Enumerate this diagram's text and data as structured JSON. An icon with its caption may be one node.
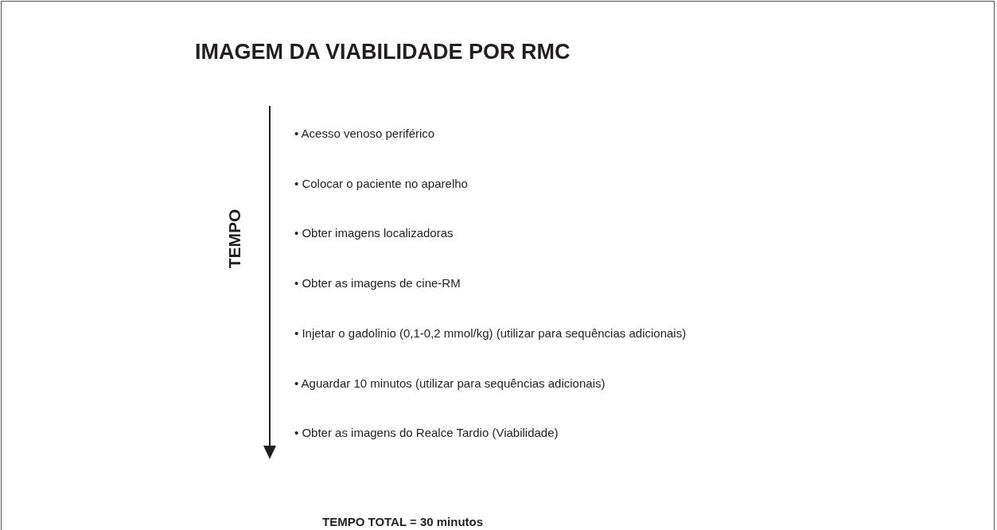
{
  "diagram": {
    "title": "IMAGEM DA VIABILIDADE POR RMC",
    "labels": [
      "TEMPO",
      "• Acesso venoso periférico",
      "• Colocar o paciente no aparelho",
      "• Obter imagens localizadoras",
      "• Obter as imagens de cine-RM",
      "• Injetar o gadolinio (0,1-0,2 mmol/kg) (utilizar para sequências adicionais)",
      "• Aguardar 10 minutos (utilizar para sequências adicionais)",
      "• Obter as imagens do Realce Tardio (Viabilidade)",
      "TEMPO TOTAL = 30 minutos"
    ]
  }
}
